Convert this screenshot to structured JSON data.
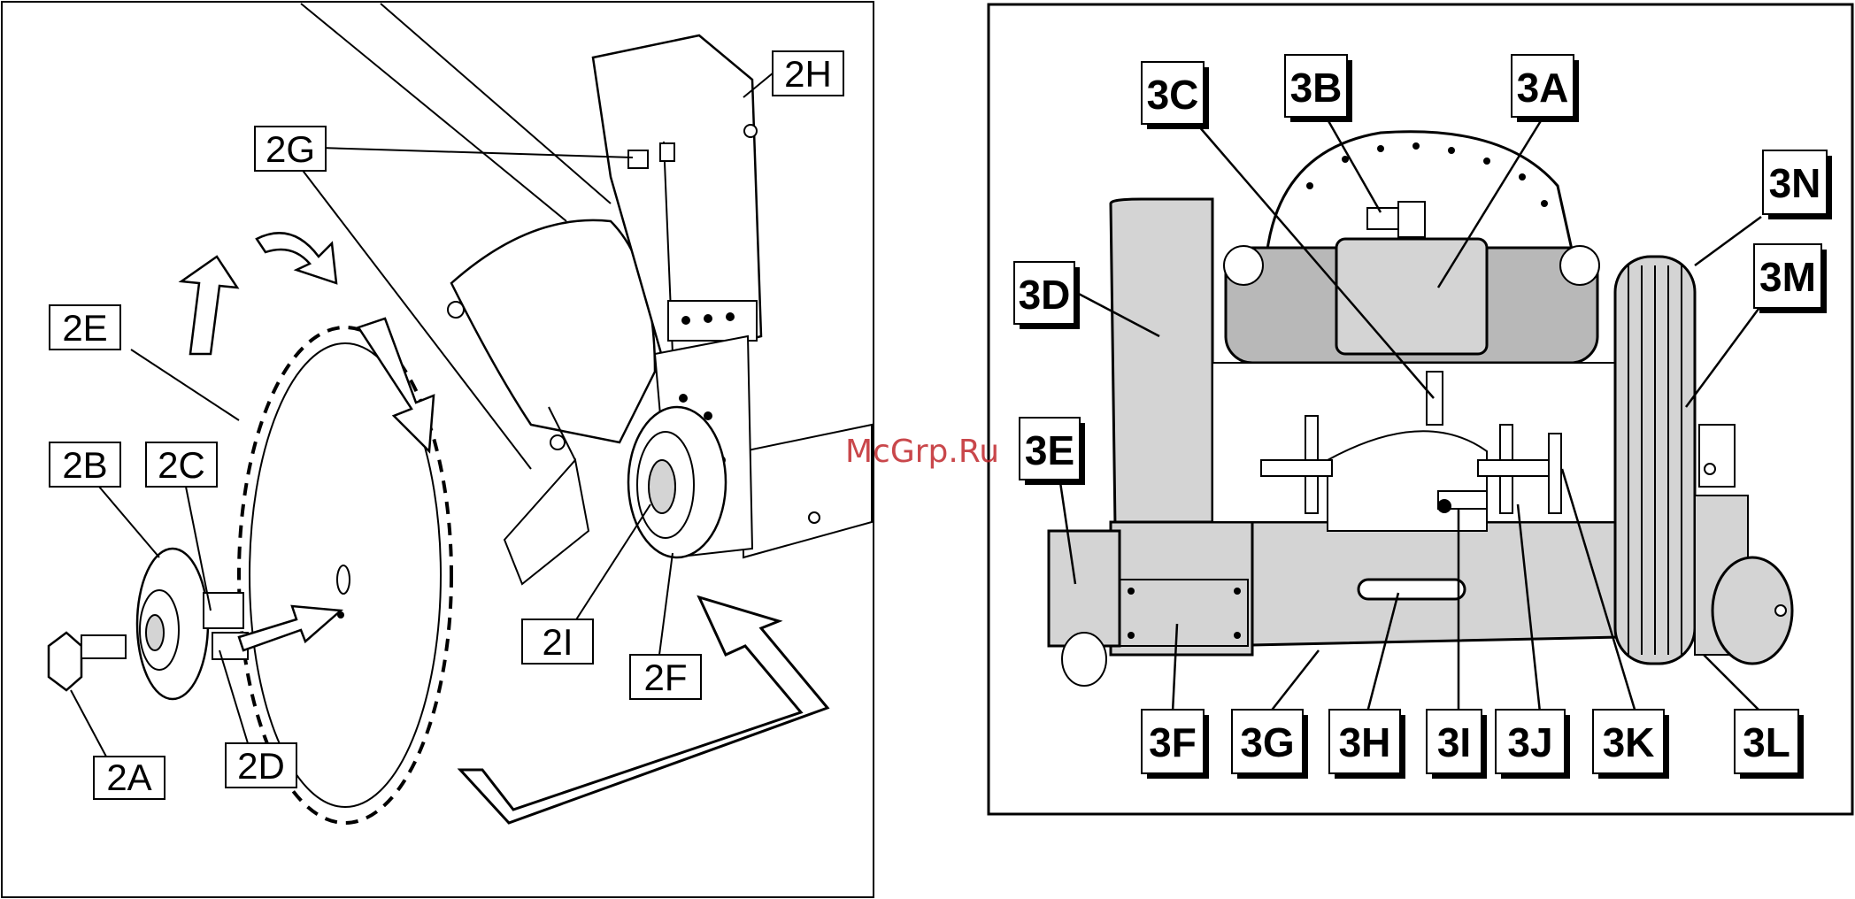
{
  "watermark": "McGrp.Ru",
  "figure2": {
    "labels": {
      "2A": "2A",
      "2B": "2B",
      "2C": "2C",
      "2D": "2D",
      "2E": "2E",
      "2F": "2F",
      "2G": "2G",
      "2H": "2H",
      "2I": "2I"
    }
  },
  "figure3": {
    "labels": {
      "3A": "3A",
      "3B": "3B",
      "3C": "3C",
      "3D": "3D",
      "3E": "3E",
      "3F": "3F",
      "3G": "3G",
      "3H": "3H",
      "3I": "3I",
      "3J": "3J",
      "3K": "3K",
      "3L": "3L",
      "3M": "3M",
      "3N": "3N"
    }
  },
  "colors": {
    "line": "#000000",
    "shade": "#d4d4d4",
    "mid": "#b8b8b8",
    "watermark": "#c0282c"
  }
}
